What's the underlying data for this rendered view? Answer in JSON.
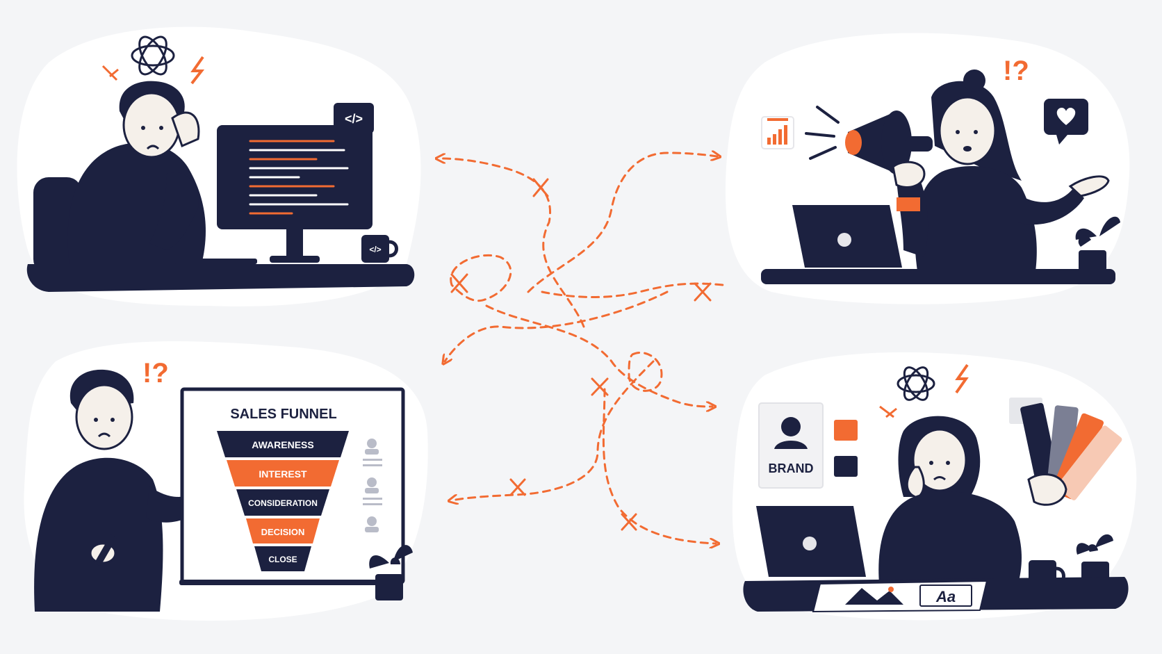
{
  "colors": {
    "background": "#f4f5f7",
    "navy": "#1c2140",
    "orange": "#f26b32",
    "white": "#ffffff",
    "skin": "#f5f0ea"
  },
  "scenes": {
    "developer": {
      "monitor_icon": "</>",
      "mug_icon": "</>"
    },
    "marketer": {
      "exclaim": "!?"
    },
    "sales": {
      "exclaim": "!?",
      "board_title": "SALES FUNNEL",
      "funnel_stages": [
        "AWARENESS",
        "INTEREST",
        "CONSIDERATION",
        "DECISION",
        "CLOSE"
      ]
    },
    "designer": {
      "brand_label": "BRAND",
      "type_sample": "Aa"
    }
  }
}
